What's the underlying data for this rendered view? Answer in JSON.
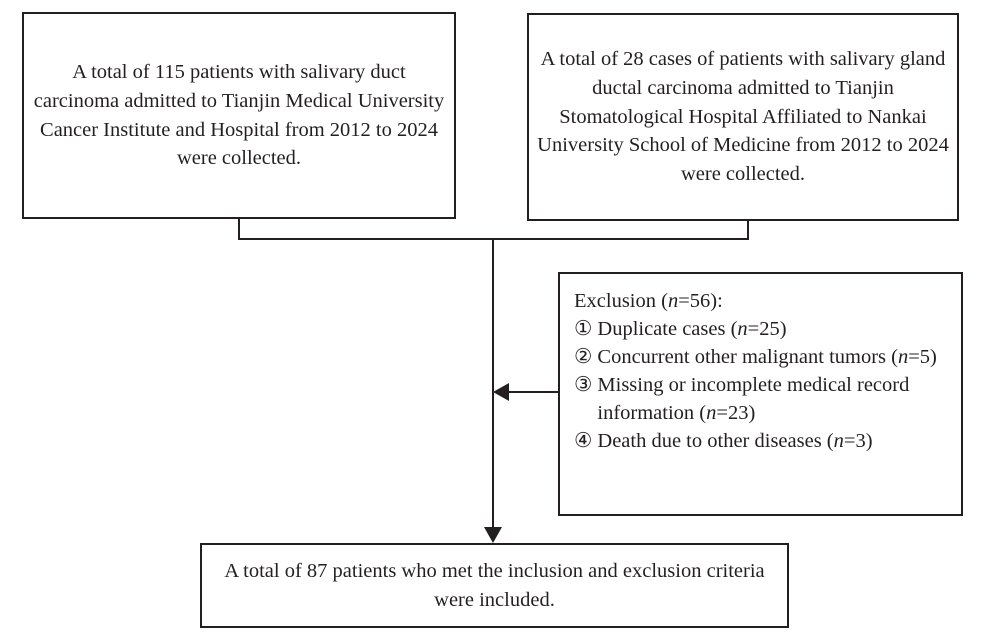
{
  "diagram": {
    "type": "flowchart",
    "title": "Patient selection flow diagram",
    "line_color": "#231f20",
    "background_color": "#ffffff"
  },
  "boxes": {
    "source_a": {
      "text": "A total of 115 patients with salivary duct carcinoma admitted to Tianjin Medical University Cancer Institute and Hospital from 2012 to 2024 were collected."
    },
    "source_b": {
      "text": "A total of 28 cases of patients with salivary gland ductal carcinoma admitted to Tianjin Stomatological Hospital Affiliated to Nankai University School of Medicine from 2012 to 2024 were collected."
    },
    "included": {
      "text": "A total of 87 patients who met the inclusion and exclusion criteria were included."
    }
  },
  "exclusion": {
    "title_prefix": "Exclusion (",
    "title_n": "n",
    "title_suffix": "=56):",
    "items": [
      {
        "marker": "①",
        "text_before": "Duplicate cases (",
        "n": "n",
        "text_after": "=25)"
      },
      {
        "marker": "②",
        "text_before": "Concurrent other malignant tumors (",
        "n": "n",
        "text_after": "=5)"
      },
      {
        "marker": "③",
        "text_before": "Missing or incomplete medical record information (",
        "n": "n",
        "text_after": "=23)"
      },
      {
        "marker": "④",
        "text_before": "Death due to other diseases (",
        "n": "n",
        "text_after": "=3)"
      }
    ]
  }
}
